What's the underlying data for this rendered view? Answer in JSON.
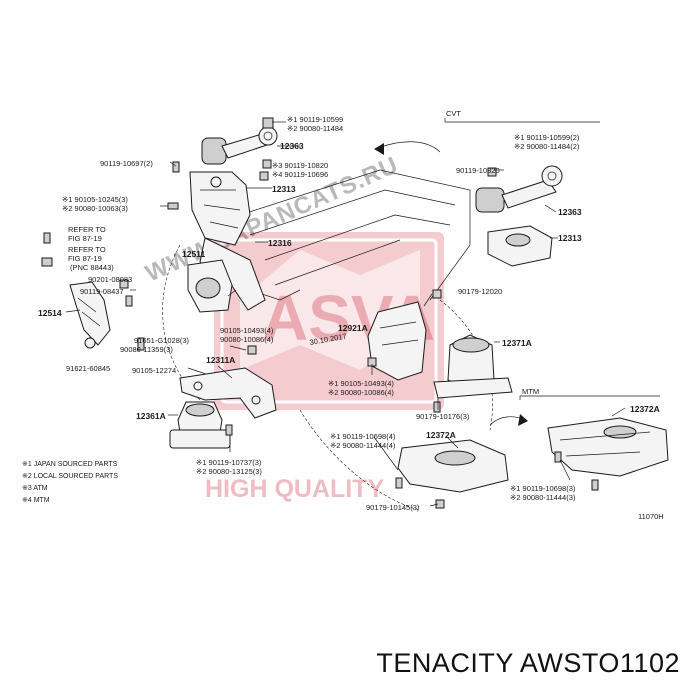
{
  "callouts": {
    "c1": "※1 90119-10599",
    "c2": "※2 90080-11484",
    "c3": "90119-10697(2)",
    "c4": "※3 90119-10820",
    "c5": "※4 90119-10696",
    "c6": "※1 90105-10245(3)",
    "c7": "※2 90080-10063(3)",
    "c8": "90201-08083",
    "c9": "90119-08437",
    "c10": "91651-G1028(3)",
    "c11": "90080-11359(3)",
    "c12": "90105-10493(4)",
    "c13": "90080-10086(4)",
    "c14": "90105-12274",
    "c15": "90179-12020",
    "c16": "※1 90105-10493(4)",
    "c17": "※2 90080-10086(4)",
    "c18": "90179-10176(3)",
    "c19": "※1 90119-10698(4)",
    "c20": "※2 90080-11444(4)",
    "c21": "※1 90119-10737(3)",
    "c22": "※2 90080-13125(3)",
    "c23": "90179-10145(3)",
    "c24": "91621-60845",
    "c25": "※1 90119-10599(2)",
    "c26": "※2 90080-11484(2)",
    "c27": "90119-10820",
    "c28": "※1 90119-10698(3)",
    "c29": "※2 90080-11444(3)",
    "c30": "REFER TO",
    "c31": "FIG 87-19",
    "c32": "REFER TO",
    "c33": "FIG 87-19",
    "c34": "(PNC 88443)"
  },
  "part_labels": {
    "p1": "12363",
    "p2": "12313",
    "p3": "12316",
    "p4": "12511",
    "p5": "12514",
    "p6": "12311A",
    "p7": "12361A",
    "p8": "12921A",
    "p9": "12371A",
    "p10": "12372A",
    "p11": "12363",
    "p12": "12313",
    "p13": "12372A"
  },
  "section_labels": {
    "cvt": "CVT",
    "mtm": "MTM"
  },
  "legend": [
    "※1 JAPAN SOURCED PARTS",
    "※2 LOCAL SOURCED PARTS",
    "※3 ATM",
    "※4 MTM"
  ],
  "diagram_code": "11070H",
  "watermark": {
    "url": "WWW.JAPANCATS.RU",
    "date": "30.10.2017",
    "brand": "ASVA",
    "tagline": "HIGH QUALITY"
  },
  "product_caption": "TENACITY AWSTO1102"
}
